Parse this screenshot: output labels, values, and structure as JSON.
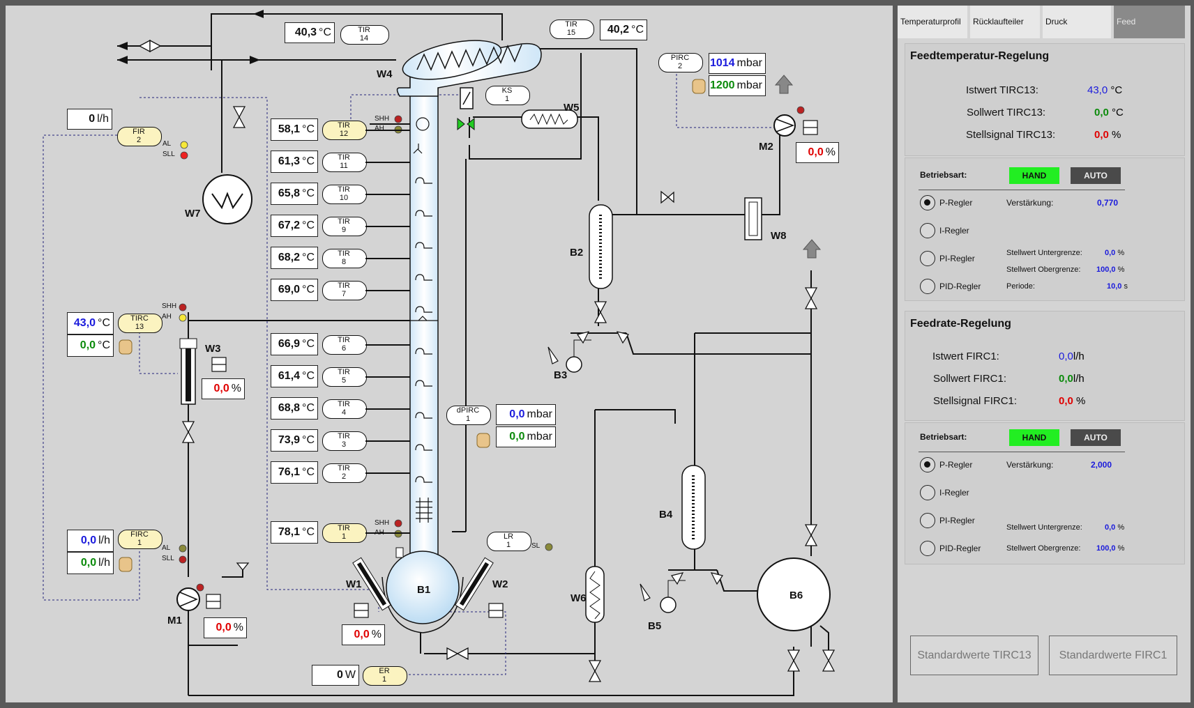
{
  "diagram": {
    "labels": {
      "W4": "W4",
      "W5": "W5",
      "W7": "W7",
      "W3": "W3",
      "W1": "W1",
      "W2": "W2",
      "W6": "W6",
      "W8": "W8",
      "B1": "B1",
      "B2": "B2",
      "B3": "B3",
      "B4": "B4",
      "B5": "B5",
      "B6": "B6",
      "M1": "M1",
      "M2": "M2"
    },
    "tir14": {
      "value": "40,3",
      "unit": "°C",
      "tag": "TIR",
      "num": "14"
    },
    "tir15": {
      "value": "40,2",
      "unit": "°C",
      "tag": "TIR",
      "num": "15"
    },
    "pirc2": {
      "tag": "PIRC",
      "num": "2",
      "value1": "1014",
      "value2": "1200",
      "unit": "mbar"
    },
    "ks1": {
      "tag": "KS",
      "num": "1"
    },
    "fir2": {
      "value": "0",
      "unit": "l/h",
      "tag": "FIR",
      "num": "2",
      "al": "AL",
      "sll": "SLL"
    },
    "tir_column": [
      {
        "value": "58,1",
        "unit": "°C",
        "tag": "TIR",
        "num": "12"
      },
      {
        "value": "61,3",
        "unit": "°C",
        "tag": "TIR",
        "num": "11"
      },
      {
        "value": "65,8",
        "unit": "°C",
        "tag": "TIR",
        "num": "10"
      },
      {
        "value": "67,2",
        "unit": "°C",
        "tag": "TIR",
        "num": "9"
      },
      {
        "value": "68,2",
        "unit": "°C",
        "tag": "TIR",
        "num": "8"
      },
      {
        "value": "69,0",
        "unit": "°C",
        "tag": "TIR",
        "num": "7"
      },
      {
        "value": "66,9",
        "unit": "°C",
        "tag": "TIR",
        "num": "6"
      },
      {
        "value": "61,4",
        "unit": "°C",
        "tag": "TIR",
        "num": "5"
      },
      {
        "value": "68,8",
        "unit": "°C",
        "tag": "TIR",
        "num": "4"
      },
      {
        "value": "73,9",
        "unit": "°C",
        "tag": "TIR",
        "num": "3"
      },
      {
        "value": "76,1",
        "unit": "°C",
        "tag": "TIR",
        "num": "2"
      },
      {
        "value": "78,1",
        "unit": "°C",
        "tag": "TIR",
        "num": "1"
      }
    ],
    "alarm_labels": {
      "shh": "SHH",
      "ah": "AH",
      "sl": "SL"
    },
    "tirc13": {
      "tag": "TIRC",
      "num": "13",
      "value1": "43,0",
      "value2": "0,0",
      "unit": "°C"
    },
    "w3_output": {
      "value": "0,0",
      "unit": "%"
    },
    "m2_output": {
      "value": "0,0",
      "unit": "%"
    },
    "m1_output": {
      "value": "0,0",
      "unit": "%"
    },
    "heater_output": {
      "value": "0,0",
      "unit": "%"
    },
    "firc1": {
      "tag": "FIRC",
      "num": "1",
      "value1": "0,0",
      "value2": "0,0",
      "unit": "l/h",
      "al": "AL",
      "sll": "SLL"
    },
    "dpirc1": {
      "tag": "dPIRC",
      "num": "1",
      "value1": "0,0",
      "value2": "0,0",
      "unit": "mbar"
    },
    "lr1": {
      "tag": "LR",
      "num": "1"
    },
    "er1": {
      "tag": "ER",
      "num": "1",
      "value": "0",
      "unit": "W"
    }
  },
  "panel": {
    "tabs": [
      "Temperaturprofil",
      "Rücklaufteiler",
      "Druck",
      "Feed"
    ],
    "active_tab": "Feed",
    "feedtemp": {
      "title": "Feedtemperatur-Regelung",
      "istwert_label": "Istwert TIRC13:",
      "istwert_value": "43,0",
      "istwert_unit": "°C",
      "sollwert_label": "Sollwert TIRC13:",
      "sollwert_value": "0,0",
      "sollwert_unit": "°C",
      "stell_label": "Stellsignal TIRC13:",
      "stell_value": "0,0",
      "stell_unit": "%",
      "betriebsart_label": "Betriebsart:",
      "hand": "HAND",
      "auto": "AUTO",
      "p_label": "P-Regler",
      "i_label": "I-Regler",
      "pi_label": "PI-Regler",
      "pid_label": "PID-Regler",
      "verstaerkung_label": "Verstärkung:",
      "verstaerkung_value": "0,770",
      "untergrenze_label": "Stellwert Untergrenze:",
      "untergrenze_value": "0,0",
      "untergrenze_unit": "%",
      "obergrenze_label": "Stellwert Obergrenze:",
      "obergrenze_value": "100,0",
      "obergrenze_unit": "%",
      "periode_label": "Periode:",
      "periode_value": "10,0",
      "periode_unit": "s"
    },
    "feedrate": {
      "title": "Feedrate-Regelung",
      "istwert_label": "Istwert FIRC1:",
      "istwert_value": "0,0",
      "istwert_unit": "l/h",
      "sollwert_label": "Sollwert FIRC1:",
      "sollwert_value": "0,0",
      "sollwert_unit": "l/h",
      "stell_label": "Stellsignal FIRC1:",
      "stell_value": "0,0",
      "stell_unit": "%",
      "betriebsart_label": "Betriebsart:",
      "hand": "HAND",
      "auto": "AUTO",
      "p_label": "P-Regler",
      "i_label": "I-Regler",
      "pi_label": "PI-Regler",
      "pid_label": "PID-Regler",
      "verstaerkung_label": "Verstärkung:",
      "verstaerkung_value": "2,000",
      "untergrenze_label": "Stellwert Untergrenze:",
      "untergrenze_value": "0,0",
      "untergrenze_unit": "%",
      "obergrenze_label": "Stellwert Obergrenze:",
      "obergrenze_value": "100,0",
      "obergrenze_unit": "%"
    },
    "std_tirc13": "Standardwerte TIRC13",
    "std_firc1": "Standardwerte FIRC1"
  }
}
